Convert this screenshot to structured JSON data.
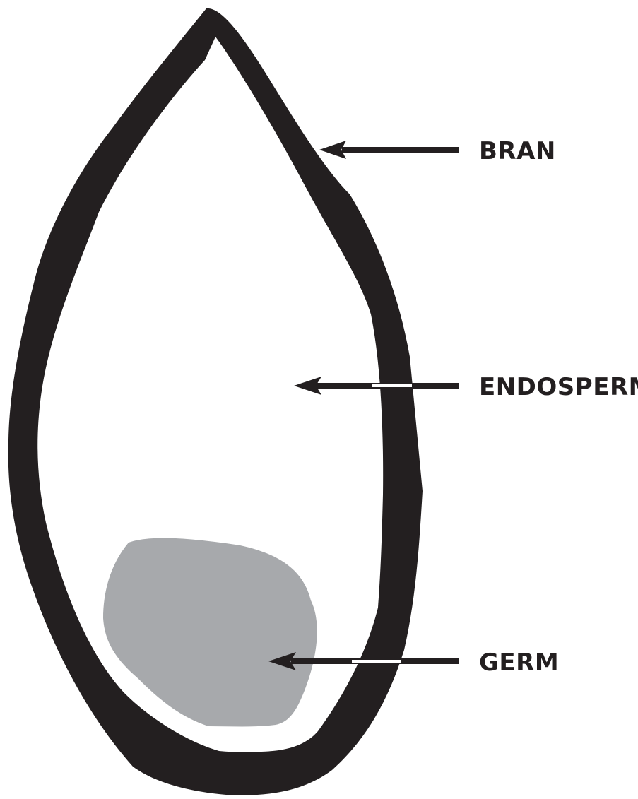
{
  "labels": {
    "bran": "BRAN",
    "endosperm": "ENDOSPERM",
    "germ": "GERM"
  },
  "colors": {
    "bran": "#231f20",
    "endosperm": "#ffffff",
    "germ": "#a7a9ac",
    "arrow": "#231f20",
    "text": "#231f20"
  }
}
